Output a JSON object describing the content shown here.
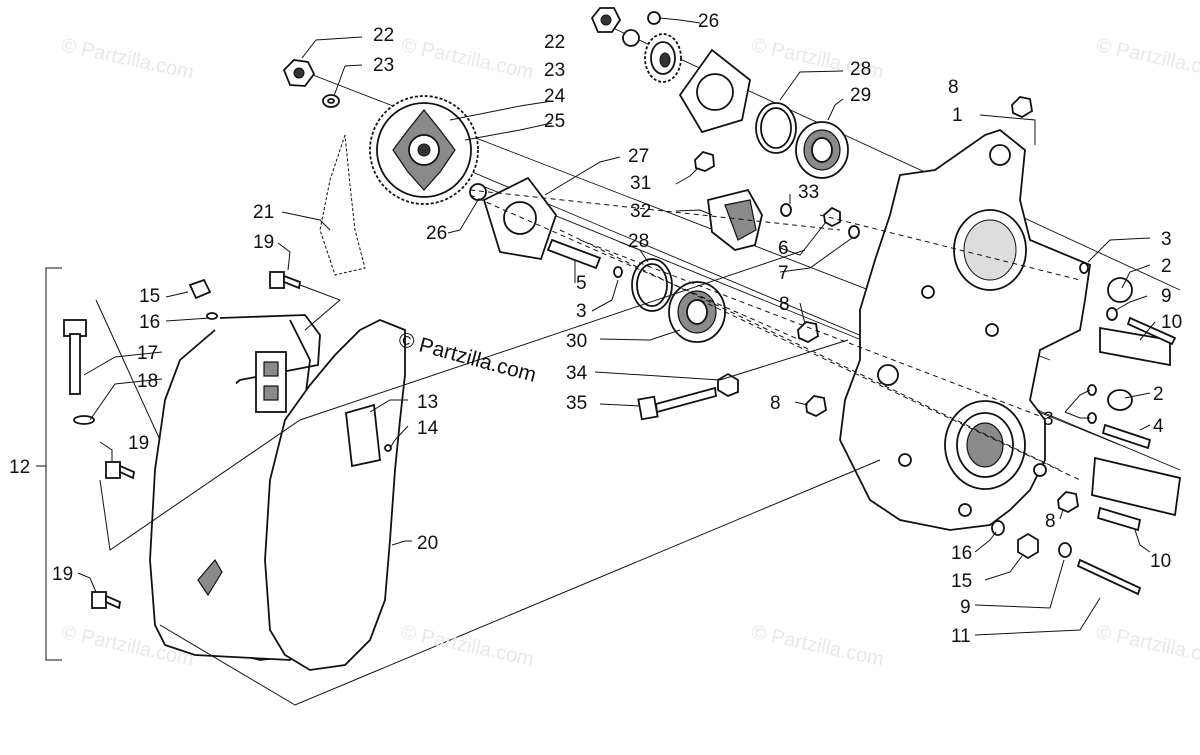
{
  "copyright": "© Partzilla.com",
  "watermark": "© Partzilla.com",
  "callouts": {
    "c22a": "22",
    "c23a": "23",
    "c22b": "22",
    "c23b": "23",
    "c24": "24",
    "c25": "25",
    "c26a": "26",
    "c26b": "26",
    "c28a": "28",
    "c29": "29",
    "c27": "27",
    "c31": "31",
    "c33": "33",
    "c32": "32",
    "c28b": "28",
    "c21": "21",
    "c19a": "19",
    "c5": "5",
    "c3a": "3",
    "c6": "6",
    "c7": "7",
    "c30": "30",
    "c34": "34",
    "c35": "35",
    "c8a": "8",
    "c1": "1",
    "c8b": "8",
    "c8c": "8",
    "c8d": "8",
    "c3b": "3",
    "c2a": "2",
    "c9a": "9",
    "c10a": "10",
    "c2b": "2",
    "c3c": "3",
    "c4": "4",
    "c15a": "15",
    "c16a": "16",
    "c17": "17",
    "c18": "18",
    "c12": "12",
    "c19b": "19",
    "c13": "13",
    "c14": "14",
    "c20": "20",
    "c19c": "19",
    "c16b": "16",
    "c15b": "15",
    "c9b": "9",
    "c11": "11",
    "c10b": "10"
  }
}
